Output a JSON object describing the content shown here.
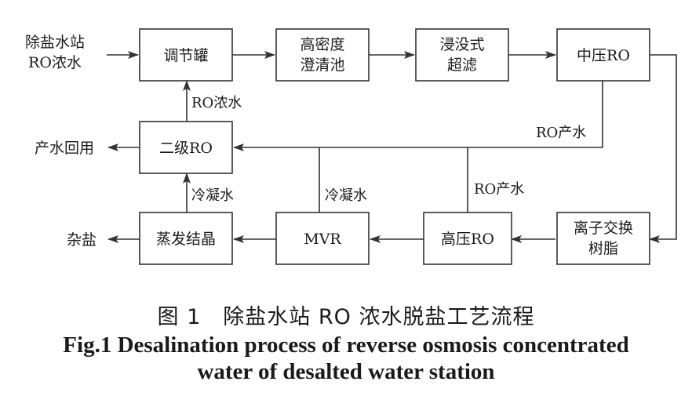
{
  "nodes": {
    "source": [
      "除盐水站",
      "RO浓水"
    ],
    "tank": [
      "调节罐"
    ],
    "clarifier": [
      "高密度",
      "澄清池"
    ],
    "uf": [
      "浸没式",
      "超滤"
    ],
    "mpro": [
      "中压RO"
    ],
    "ro2": [
      "二级RO"
    ],
    "reuse": [
      "产水回用"
    ],
    "hpro": [
      "高压RO"
    ],
    "ix": [
      "离子交换",
      "树脂"
    ],
    "mvr": [
      "MVR"
    ],
    "evap": [
      "蒸发结晶"
    ],
    "salt": [
      "杂盐"
    ]
  },
  "edge_labels": {
    "ro_conc": "RO浓水",
    "ro_product_mp": "RO产水",
    "ro_product_hp": "RO产水",
    "condensate_evap": "冷凝水",
    "condensate_mvr": "冷凝水"
  },
  "caption": {
    "cn": "图 1　除盐水站 RO 浓水脱盐工艺流程",
    "en_line1": "Fig.1 Desalination process of reverse osmosis concentrated",
    "en_line2": "water of desalted water station"
  },
  "colors": {
    "line": "#333333",
    "text": "#1a1a1a",
    "background": "#ffffff"
  }
}
